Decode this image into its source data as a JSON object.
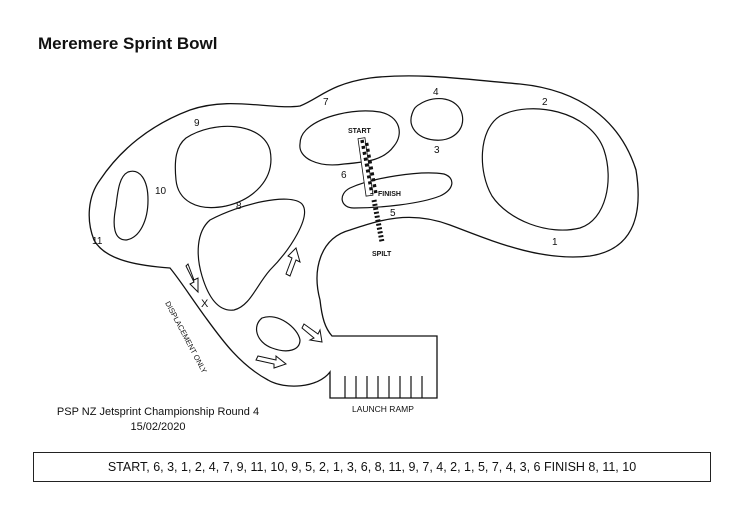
{
  "title": "Meremere Sprint Bowl",
  "labels": {
    "start": "START",
    "finish": "FINISH",
    "split": "SPILT",
    "launch_ramp": "LAUNCH RAMP",
    "displacement": "DISPLACEMENT ONLY",
    "x_mark": "X"
  },
  "island_numbers": [
    "1",
    "2",
    "3",
    "4",
    "5",
    "6",
    "7",
    "8",
    "9",
    "10",
    "11"
  ],
  "event": {
    "line1": "PSP NZ Jetsprint Championship Round 4",
    "line2": "15/02/2020"
  },
  "course_sequence": "START, 6, 3, 1, 2, 4, 7, 9, 11, 10, 9, 5, 2, 1, 3, 6, 8, 11, 9, 7, 4, 2, 1, 5, 7, 4, 3, 6 FINISH 8, 11, 10",
  "colors": {
    "ink": "#111111",
    "paper": "#ffffff"
  }
}
